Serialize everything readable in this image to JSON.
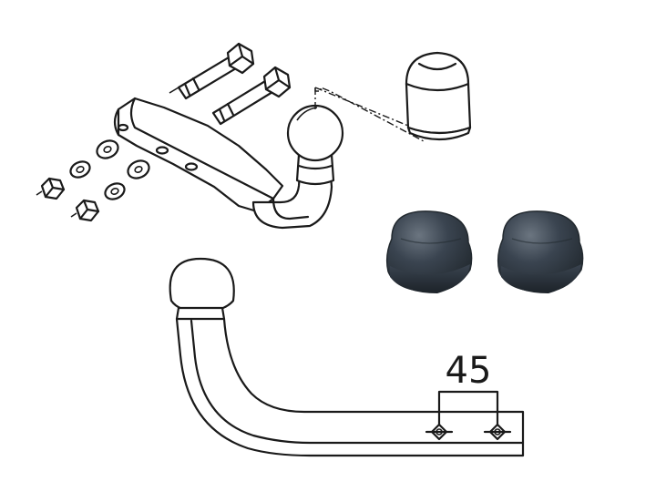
{
  "diagram": {
    "dimension_label": "45",
    "colors": {
      "line": "#1a1a1a",
      "background": "#ffffff",
      "cap_rubber": "#3a4450",
      "cap_rubber_dark": "#22292f",
      "cap_highlight": "#6b7580"
    },
    "parts": [
      {
        "name": "tow-bar-assembly"
      },
      {
        "name": "mounting-bolt"
      },
      {
        "name": "mounting-bolt"
      },
      {
        "name": "nut"
      },
      {
        "name": "washer"
      },
      {
        "name": "protective-cap-outline"
      },
      {
        "name": "rubber-cap"
      },
      {
        "name": "rubber-cap"
      },
      {
        "name": "tow-bar-side-profile"
      }
    ]
  }
}
